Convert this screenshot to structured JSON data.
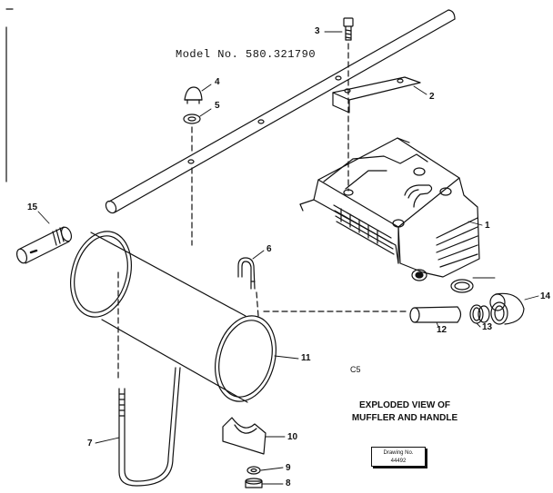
{
  "model_label": "Model No. 580.321790",
  "title": [
    "EXPLODED VIEW OF",
    "MUFFLER AND HANDLE"
  ],
  "code": "C5",
  "drawing_label": "Drawing No.",
  "drawing_number": "44492",
  "callouts": {
    "c1": "1",
    "c2": "2",
    "c3": "3",
    "c4": "4",
    "c5": "5",
    "c6": "6",
    "c7": "7",
    "c8": "8",
    "c9": "9",
    "c10": "10",
    "c11": "11",
    "c12": "12",
    "c13": "13",
    "c14": "14",
    "c15": "15"
  },
  "line_color": "#111111"
}
